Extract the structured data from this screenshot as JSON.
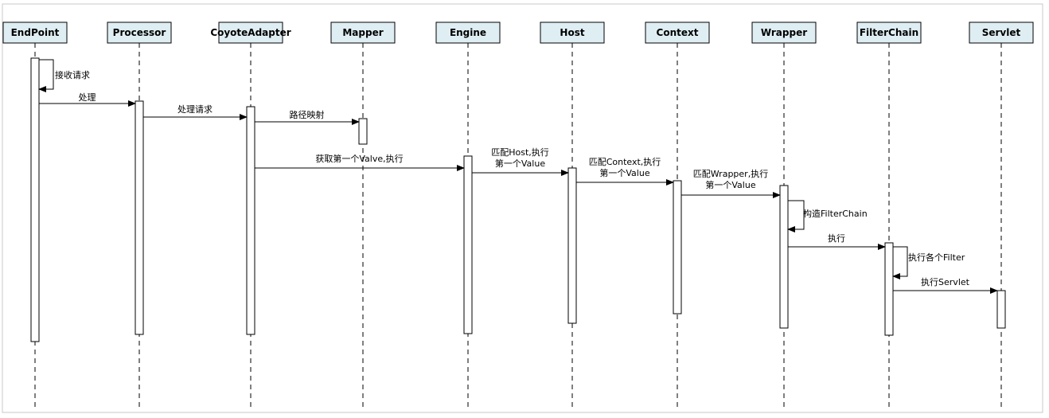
{
  "participants": [
    {
      "id": "endpoint",
      "label": "EndPoint"
    },
    {
      "id": "processor",
      "label": "Processor"
    },
    {
      "id": "coyote",
      "label": "CoyoteAdapter"
    },
    {
      "id": "mapper",
      "label": "Mapper"
    },
    {
      "id": "engine",
      "label": "Engine"
    },
    {
      "id": "host",
      "label": "Host"
    },
    {
      "id": "context",
      "label": "Context"
    },
    {
      "id": "wrapper",
      "label": "Wrapper"
    },
    {
      "id": "filterchain",
      "label": "FilterChain"
    },
    {
      "id": "servlet",
      "label": "Servlet"
    }
  ],
  "messages": [
    {
      "id": "m1",
      "from": "endpoint",
      "to": "endpoint",
      "self": true,
      "lines": [
        "接收请求"
      ]
    },
    {
      "id": "m2",
      "from": "endpoint",
      "to": "processor",
      "lines": [
        "处理"
      ]
    },
    {
      "id": "m3",
      "from": "processor",
      "to": "coyote",
      "lines": [
        "处理请求"
      ]
    },
    {
      "id": "m4",
      "from": "coyote",
      "to": "mapper",
      "lines": [
        "路径映射"
      ]
    },
    {
      "id": "m5",
      "from": "coyote",
      "to": "engine",
      "lines": [
        "获取第一个Valve,执行"
      ]
    },
    {
      "id": "m6",
      "from": "engine",
      "to": "host",
      "lines": [
        "匹配Host,执行",
        "第一个Value"
      ]
    },
    {
      "id": "m7",
      "from": "host",
      "to": "context",
      "lines": [
        "匹配Context,执行",
        "第一个Value"
      ]
    },
    {
      "id": "m8",
      "from": "context",
      "to": "wrapper",
      "lines": [
        "匹配Wrapper,执行",
        "第一个Value"
      ]
    },
    {
      "id": "m9",
      "from": "wrapper",
      "to": "wrapper",
      "self": true,
      "lines": [
        "构造FilterChain"
      ]
    },
    {
      "id": "m10",
      "from": "wrapper",
      "to": "filterchain",
      "lines": [
        "执行"
      ]
    },
    {
      "id": "m11",
      "from": "filterchain",
      "to": "filterchain",
      "self": true,
      "lines": [
        "执行各个Filter"
      ]
    },
    {
      "id": "m12",
      "from": "filterchain",
      "to": "servlet",
      "lines": [
        "执行Servlet"
      ]
    }
  ]
}
